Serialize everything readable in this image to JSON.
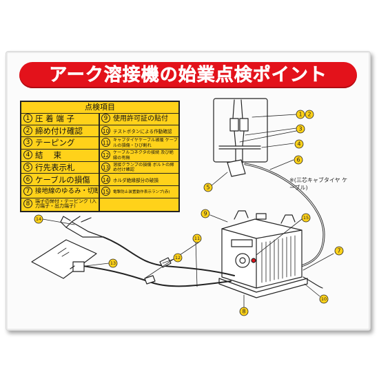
{
  "title": "アーク溶接機の始業点検ポイント",
  "table": {
    "header": "点検項目",
    "left_items": [
      {
        "num": "1",
        "text": "圧 着 端 子"
      },
      {
        "num": "2",
        "text": "締め付け確認"
      },
      {
        "num": "3",
        "text": "テーピング"
      },
      {
        "num": "4",
        "text": "結　 束"
      },
      {
        "num": "5",
        "text": "行先表示札"
      },
      {
        "num": "6",
        "text": "ケーブルの損傷"
      },
      {
        "num": "7",
        "text": "接地線のゆるみ・切断"
      },
      {
        "num": "8",
        "text": "端子の締付・テーピング (入力端子・出力端子)"
      }
    ],
    "right_items": [
      {
        "num": "9",
        "text": "使用許可証の貼付"
      },
      {
        "num": "10",
        "text": "テストボタンによる作動確認"
      },
      {
        "num": "11",
        "text": "キャブタイヤケーブル被覆 ケーブルの損傷・ひび割れ"
      },
      {
        "num": "12",
        "text": "ケーブルコネクタの接続 及び絶縁の有無"
      },
      {
        "num": "13",
        "text": "溶接クランプの損傷 ボルトの締め付け確認"
      },
      {
        "num": "14",
        "text": "ホルダ絶縁部分の破損"
      },
      {
        "num": "15",
        "text": "電撃防止装置動作表示ランプ(赤)"
      }
    ]
  },
  "note": "※(三芯キャブタイヤ ケーブル)",
  "callouts": [
    "1",
    "2",
    "3",
    "4",
    "5",
    "6",
    "7",
    "8",
    "9",
    "10",
    "11",
    "12",
    "13",
    "14",
    "15"
  ],
  "colors": {
    "banner": "#e3121b",
    "table": "#ffd21a",
    "callout": "#ffd21a",
    "accent_red": "#e3121b"
  }
}
